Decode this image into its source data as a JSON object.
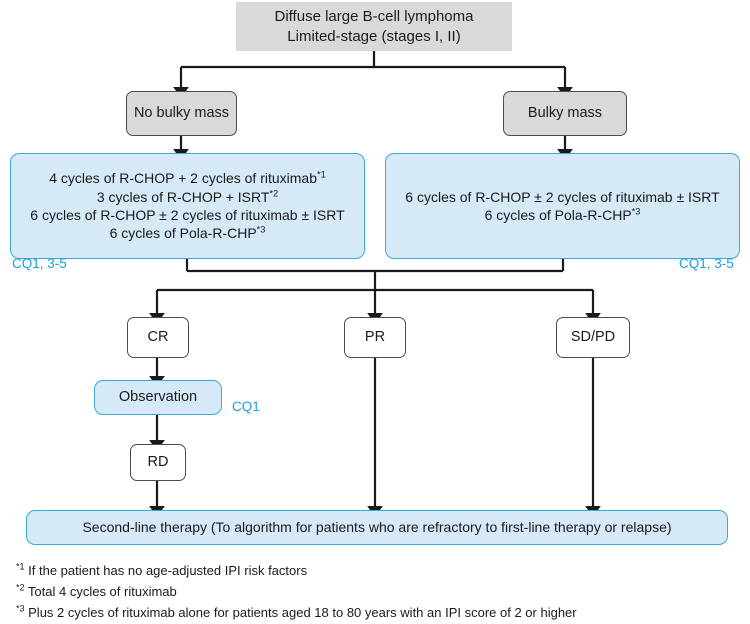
{
  "title": "Diffuse large B-cell lymphoma limited-stage treatment algorithm",
  "colors": {
    "gray_fill": "#d9d9d9",
    "blue_fill": "#d5e9f6",
    "blue_border": "#3ba8d8",
    "cq_text": "#1ba0db",
    "line": "#1a1a1a",
    "text": "#1a1a1a"
  },
  "nodes": {
    "root": {
      "line1": "Diffuse large B-cell lymphoma",
      "line2": "Limited-stage (stages I, II)"
    },
    "no_bulky": {
      "label": "No bulky mass"
    },
    "bulky": {
      "label": "Bulky mass"
    },
    "treatment_no_bulky": {
      "line1_a": "4 cycles of R-CHOP + 2 cycles of rituximab",
      "line1_sup": "*1",
      "line2_a": "3 cycles of R-CHOP + ISRT",
      "line2_sup": "*2",
      "line3_a": "6 cycles of R-CHOP ± 2 cycles of rituximab ± ISRT",
      "line4_a": "6 cycles of Pola-R-CHP",
      "line4_sup": "*3"
    },
    "treatment_bulky": {
      "line1_a": "6 cycles of R-CHOP ± 2 cycles of rituximab ± ISRT",
      "line2_a": "6 cycles of Pola-R-CHP",
      "line2_sup": "*3"
    },
    "cr": {
      "label": "CR"
    },
    "pr": {
      "label": "PR"
    },
    "sdpd": {
      "label": "SD/PD"
    },
    "observation": {
      "label": "Observation"
    },
    "rd": {
      "label": "RD"
    },
    "second_line": {
      "label": "Second-line therapy (To algorithm for patients who are refractory to first-line therapy or relapse)"
    }
  },
  "annotations": {
    "cq_left": "CQ1, 3-5",
    "cq_right": "CQ1, 3-5",
    "cq_observation": "CQ1"
  },
  "footnotes": [
    {
      "mark": "*1",
      "text": "If the patient has no age-adjusted IPI risk factors"
    },
    {
      "mark": "*2",
      "text": "Total 4 cycles of rituximab"
    },
    {
      "mark": "*3",
      "text": "Plus 2 cycles of rituximab alone for patients aged 18 to 80 years with an IPI score of 2 or higher"
    }
  ]
}
